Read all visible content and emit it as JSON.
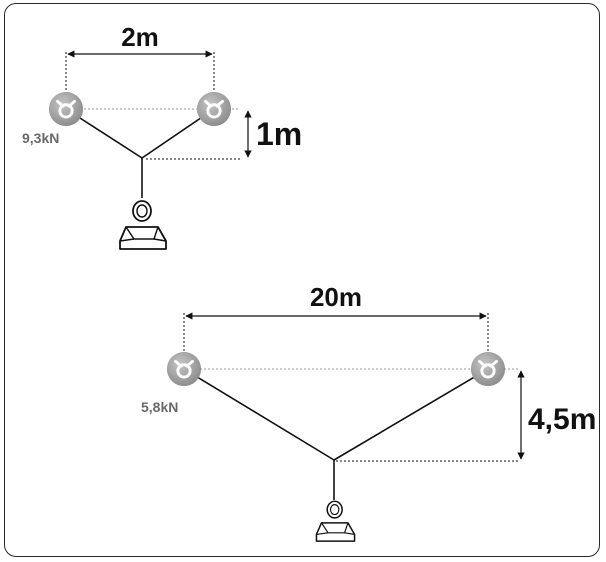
{
  "diagram": {
    "top": {
      "span_label": "2m",
      "height_label": "1m",
      "force_label": "9,3kN"
    },
    "bottom": {
      "span_label": "20m",
      "height_label": "4,5m",
      "force_label": "5,8kN"
    },
    "colors": {
      "anchor_fill": "#9c9c9c",
      "anchor_symbol": "#ffffff",
      "line": "#111111",
      "guide": "#9a9a9a",
      "frame": "#2a2a2a"
    }
  }
}
